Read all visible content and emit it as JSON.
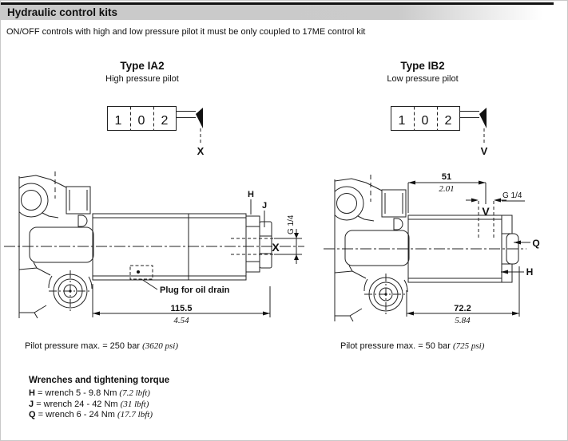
{
  "header": {
    "title": "Hydraulic control kits",
    "subtitle": "ON/OFF controls with high and low pressure pilot it must be only coupled to 17ME control kit"
  },
  "ia2": {
    "type_title": "Type IA2",
    "pilot_subtitle": "High pressure pilot",
    "symbol": {
      "cells": [
        "1",
        "0",
        "2"
      ],
      "port": "X"
    },
    "drawing": {
      "label_h": "H",
      "label_j": "J",
      "port_x": "X",
      "thread": "G 1/4",
      "plug_note": "Plug for oil drain",
      "length_mm": "115.5",
      "length_in": "4.54"
    },
    "pressure_text": "Pilot pressure max. = 250 bar",
    "pressure_psi": "(3620 psi)"
  },
  "ib2": {
    "type_title": "Type IB2",
    "pilot_subtitle": "Low pressure pilot",
    "symbol": {
      "cells": [
        "1",
        "0",
        "2"
      ],
      "port": "V"
    },
    "drawing": {
      "label_q": "Q",
      "label_h": "H",
      "port_v": "V",
      "thread": "G 1/4",
      "offset_mm": "51",
      "offset_in": "2.01",
      "length_mm": "72.2",
      "length_in": "5.84"
    },
    "pressure_text": "Pilot pressure max. = 50 bar",
    "pressure_psi": "(725 psi)"
  },
  "wrenches": {
    "heading": "Wrenches and tightening torque",
    "items": [
      {
        "key": "H",
        "spec": "= wrench 5 - 9.8 Nm",
        "imperial": "(7.2 lbft)"
      },
      {
        "key": "J",
        "spec": "= wrench 24 - 42 Nm",
        "imperial": "(31 lbft)"
      },
      {
        "key": "Q",
        "spec": "= wrench 6 - 24 Nm",
        "imperial": "(17.7 lbft)"
      }
    ]
  },
  "colors": {
    "header_bar": "#c9c9c9",
    "ink": "#111111"
  }
}
